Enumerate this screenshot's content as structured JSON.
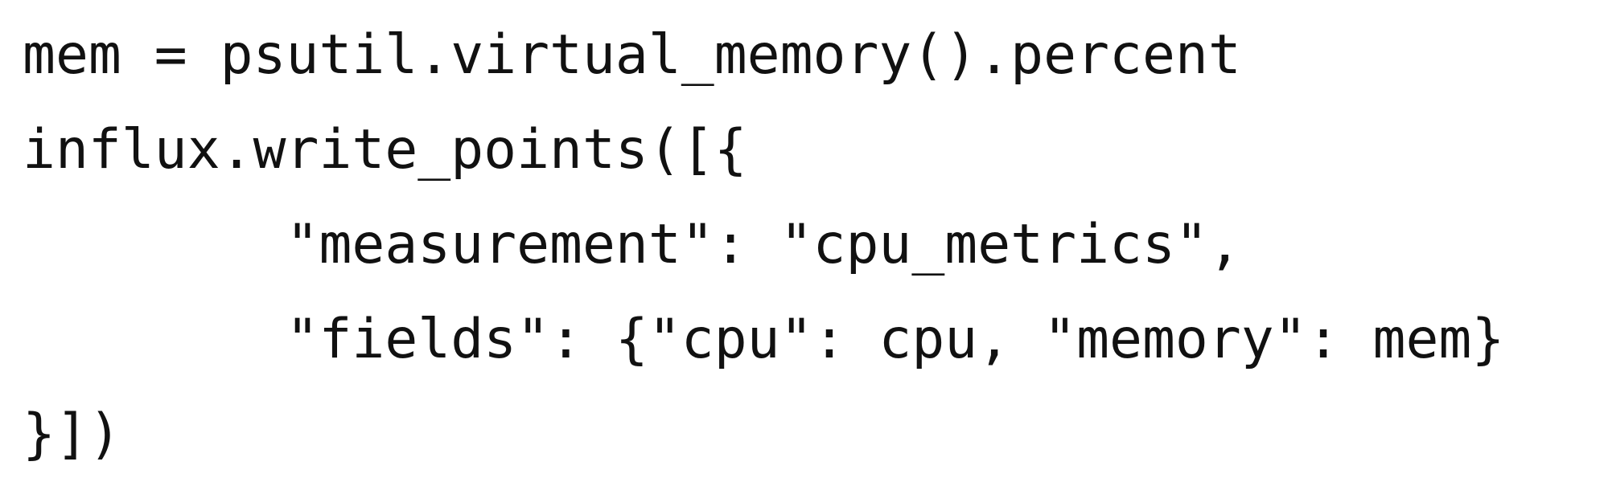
{
  "code": {
    "lines": [
      "mem = psutil.virtual_memory().percent",
      "influx.write_points([{",
      "        \"measurement\": \"cpu_metrics\",",
      "        \"fields\": {\"cpu\": cpu, \"memory\": mem}",
      "}])"
    ]
  }
}
